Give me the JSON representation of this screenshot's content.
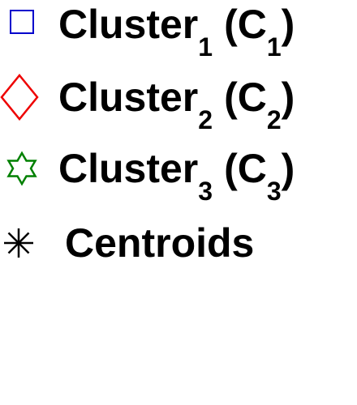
{
  "chart_data": {
    "type": "scatter",
    "legend_placement": "top-left",
    "series": [
      {
        "name_base": "Cluster",
        "name_index": "1",
        "name_abbr": "C",
        "marker": "square",
        "color": "#0000cc"
      },
      {
        "name_base": "Cluster",
        "name_index": "2",
        "name_abbr": "C",
        "marker": "diamond",
        "color": "#ee0000"
      },
      {
        "name_base": "Cluster",
        "name_index": "3",
        "name_abbr": "C",
        "marker": "hexagram",
        "color": "#008000"
      },
      {
        "name": "Centroids",
        "marker": "asterisk",
        "color": "#000000"
      }
    ]
  }
}
